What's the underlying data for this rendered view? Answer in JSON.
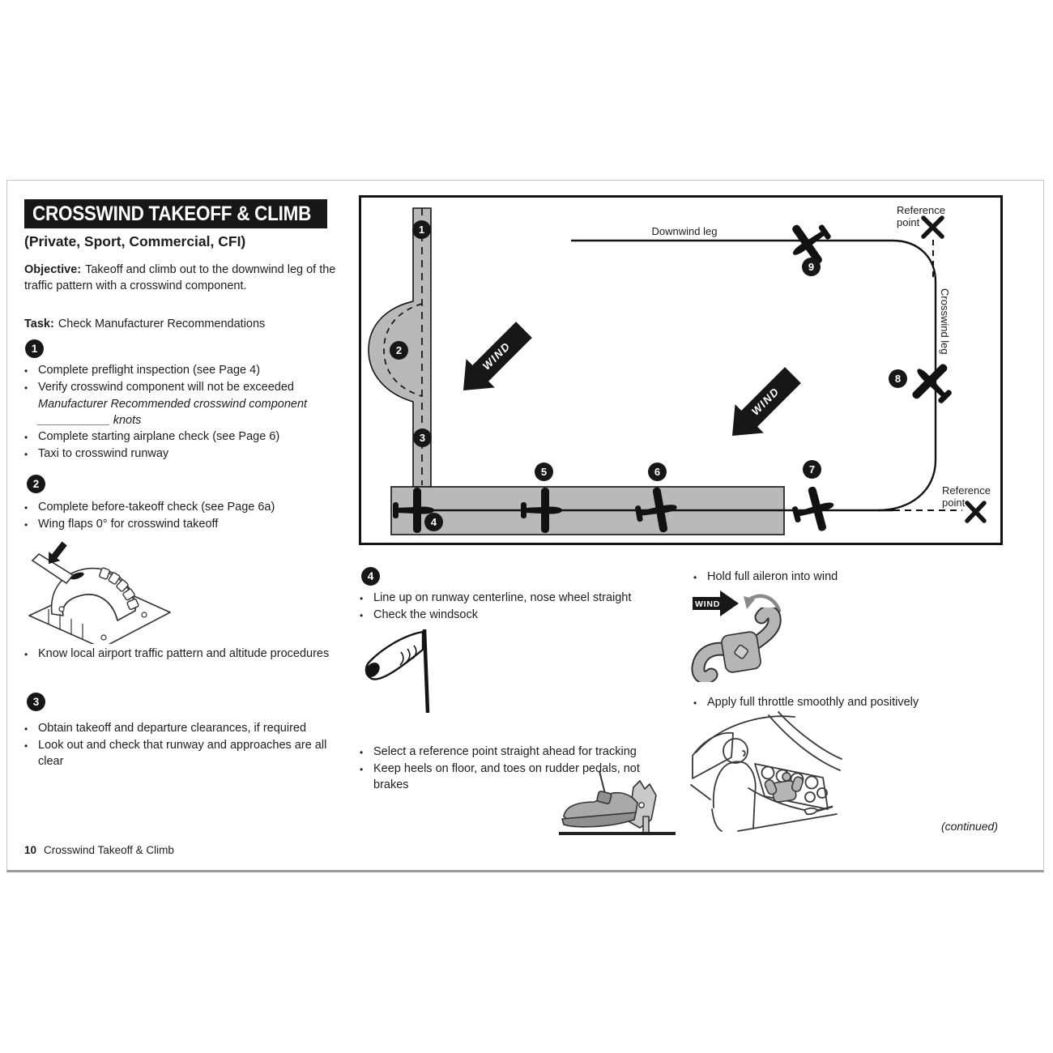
{
  "header": {
    "title": "CROSSWIND TAKEOFF & CLIMB",
    "subtitle": "(Private, Sport, Commercial, CFI)",
    "objective_label": "Objective:",
    "objective_text": "Takeoff and climb out to the downwind leg of the traffic pattern with a crosswind component.",
    "task_label": "Task:",
    "task_text": "Check Manufacturer Recommendations"
  },
  "steps": {
    "s1": {
      "num": "1",
      "b1": "Complete preflight inspection (see Page 4)",
      "b2": "Verify crosswind component will not be exceeded",
      "b2_italic1": "Manufacturer Recommended crosswind component",
      "b2_italic2": "___________ knots",
      "b3": "Complete starting airplane check (see Page 6)",
      "b4": "Taxi to crosswind runway"
    },
    "s2": {
      "num": "2",
      "b1": "Complete before-takeoff check (see Page 6a)",
      "b2": "Wing flaps 0° for crosswind takeoff",
      "b3": "Know local airport traffic pattern and altitude procedures"
    },
    "s3": {
      "num": "3",
      "b1": "Obtain takeoff and departure clearances, if required",
      "b2": "Look out and check that runway and approaches are all clear"
    },
    "s4": {
      "num": "4",
      "b1": "Line up on runway centerline, nose wheel straight",
      "b2": "Check the windsock",
      "b3": "Select a reference point straight ahead for tracking",
      "b4": "Keep heels on floor, and toes on rudder pedals, not brakes"
    },
    "right": {
      "b1": "Hold full aileron into wind",
      "b2": "Apply full throttle smoothly and positively"
    }
  },
  "diagram": {
    "downwind_leg": "Downwind leg",
    "crosswind_leg": "Crosswind leg",
    "reference_point": "Reference point",
    "wind": "WIND",
    "markers": [
      "1",
      "2",
      "3",
      "4",
      "5",
      "6",
      "7",
      "8",
      "9"
    ]
  },
  "footer": {
    "page_number": "10",
    "page_title": "Crosswind Takeoff & Climb",
    "continued": "(continued)"
  },
  "colors": {
    "ink": "#171717",
    "pavement_gray": "#b9b9b9"
  }
}
